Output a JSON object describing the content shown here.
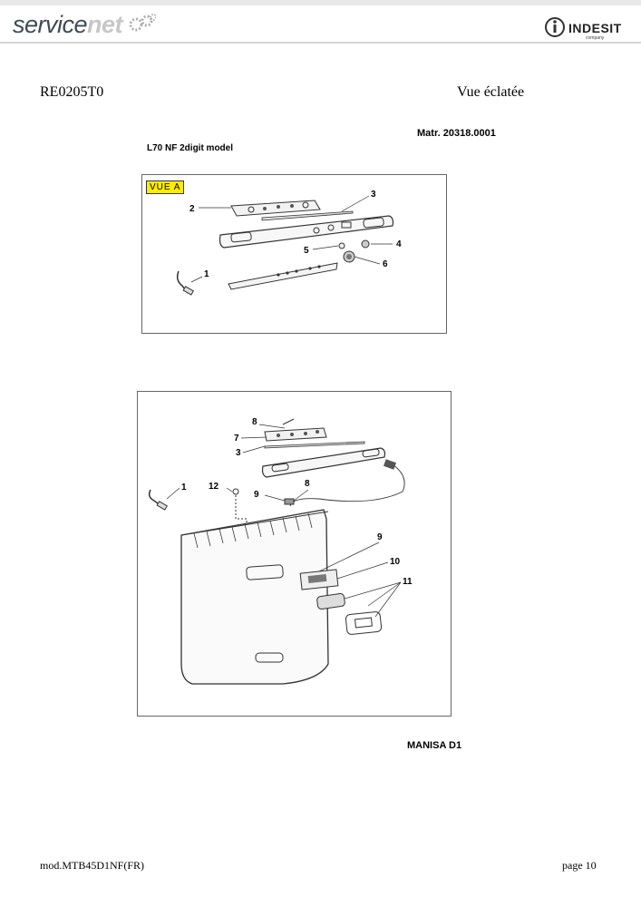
{
  "header": {
    "logo_left_part1": "service",
    "logo_left_part2": "net",
    "logo_right": "INDESIT",
    "logo_right_sub": "company"
  },
  "doc": {
    "code": "RE0205T0",
    "kind": "Vue éclatée",
    "matr": "Matr. 20318.0001",
    "model": "L70 NF 2digit model"
  },
  "figure1": {
    "tag": "VUE A",
    "callouts": [
      "1",
      "2",
      "3",
      "4",
      "5",
      "6"
    ]
  },
  "figure2": {
    "callouts": [
      "8",
      "7",
      "3",
      "1",
      "12",
      "9",
      "8",
      "9",
      "10",
      "11"
    ]
  },
  "caption2": "MANISA D1",
  "footer": {
    "left": "mod.MTB45D1NF(FR)",
    "right": "page 10"
  }
}
